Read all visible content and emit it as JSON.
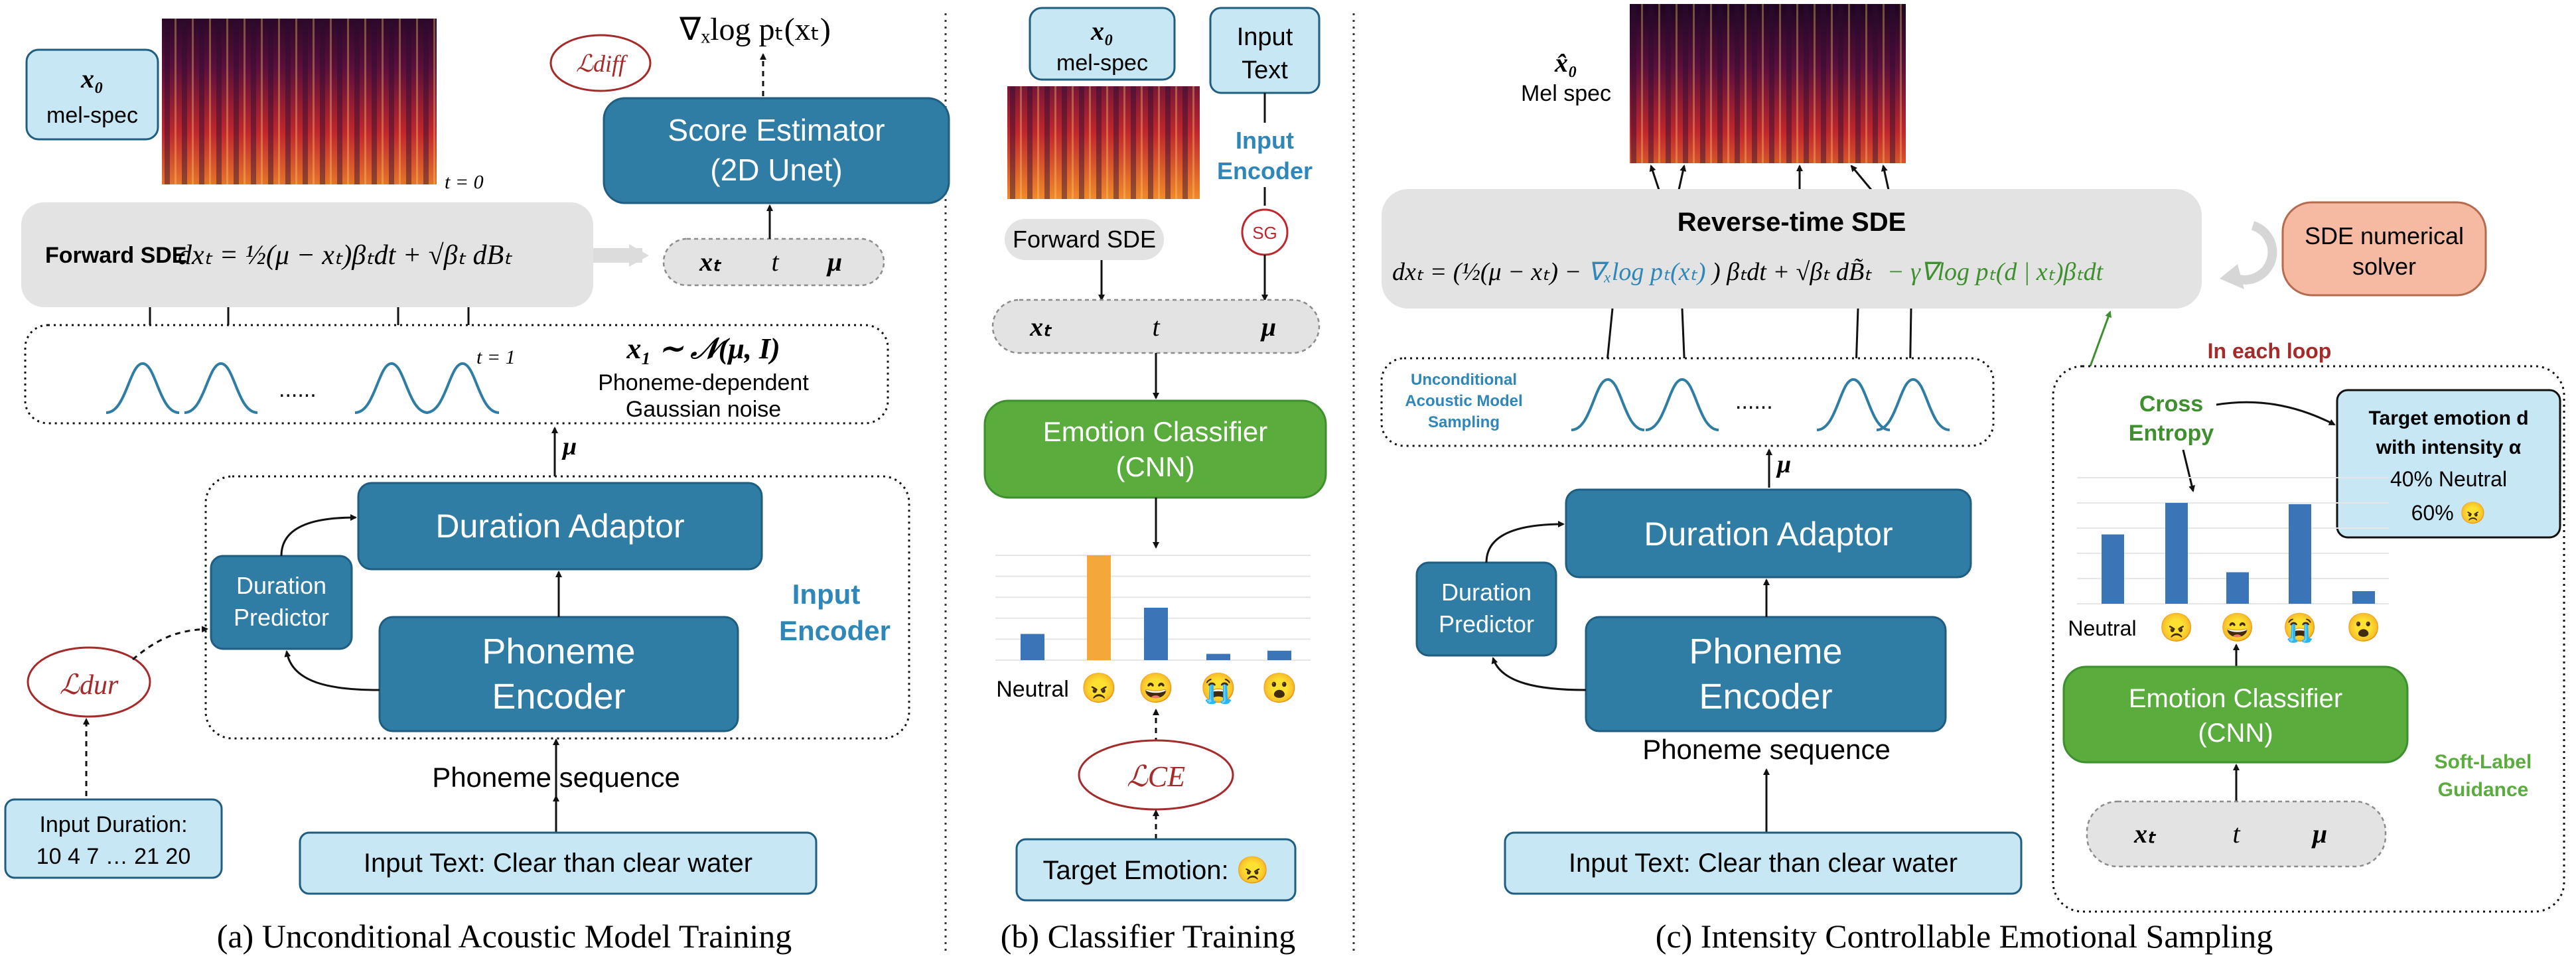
{
  "colors": {
    "blue": "#2f7ca5",
    "blue_stroke": "#1f5e80",
    "light_blue": "#c6e7f3",
    "green": "#5aac3d",
    "orange": "#f4a83a",
    "salmon": "#f6b9a2",
    "loss_red": "#a52a2a",
    "accent_blue": "#2f86b8",
    "gray": "#e3e3e3",
    "bar_blue": "#3c74b8"
  },
  "panel_a": {
    "x0_label": "x₀",
    "x0_sub": "mel-spec",
    "t0": "t = 0",
    "t1": "t = 1",
    "loss_diff": "ℒdiff",
    "grad_label": "∇ₓlog pₜ(xₜ)",
    "score_estimator_l1": "Score Estimator",
    "score_estimator_l2": "(2D Unet)",
    "forward_sde_label": "Forward SDE",
    "forward_sde_eq": "dxₜ = ½(μ − xₜ)βₜdt + √βₜ dBₜ",
    "inputs": [
      "xₜ",
      "t",
      "μ"
    ],
    "noise_eq": "x₁ ∼ 𝒩(μ, I)",
    "noise_l1": "Phoneme-dependent",
    "noise_l2": "Gaussian noise",
    "dots": "......",
    "mu": "μ",
    "duration_adaptor": "Duration Adaptor",
    "duration_predictor_l1": "Duration",
    "duration_predictor_l2": "Predictor",
    "phoneme_encoder_l1": "Phoneme",
    "phoneme_encoder_l2": "Encoder",
    "input_encoder_l1": "Input",
    "input_encoder_l2": "Encoder",
    "loss_dur": "ℒdur",
    "phoneme_sequence": "Phoneme sequence",
    "input_duration_l1": "Input Duration:",
    "input_duration_l2": "10 4 7 … 21 20",
    "input_text": "Input Text: Clear than clear water",
    "caption": "(a) Unconditional Acoustic Model Training"
  },
  "panel_b": {
    "x0_label": "x₀",
    "x0_sub": "mel-spec",
    "input_text_l1": "Input",
    "input_text_l2": "Text",
    "input_encoder_l1": "Input",
    "input_encoder_l2": "Encoder",
    "sg": "SG",
    "forward_sde": "Forward SDE",
    "inputs": [
      "xₜ",
      "t",
      "μ"
    ],
    "classifier_l1": "Emotion Classifier",
    "classifier_l2": "(CNN)",
    "emotion_labels": [
      "Neutral",
      "😠",
      "😄",
      "😭",
      "😮"
    ],
    "loss_ce": "ℒCE",
    "target_emotion": "Target Emotion: 😠",
    "caption": "(b) Classifier Training"
  },
  "panel_c": {
    "x0_label": "x̂₀",
    "x0_sub": "Mel spec",
    "reverse_title": "Reverse-time SDE",
    "reverse_eq_black_1": "dxₜ = (½(μ − xₜ) −",
    "reverse_eq_blue": "∇ₓlog pₜ(xₜ)",
    "reverse_eq_black_2": ") βₜdt + √βₜ dB̃ₜ",
    "reverse_eq_green": "− γ∇log pₜ(d | xₜ)βₜdt",
    "solver_l1": "SDE numerical",
    "solver_l2": "solver",
    "in_each_loop": "In each loop",
    "uncond_l1": "Unconditional",
    "uncond_l2": "Acoustic Model",
    "uncond_l3": "Sampling",
    "dots": "......",
    "mu": "μ",
    "duration_adaptor": "Duration Adaptor",
    "duration_predictor_l1": "Duration",
    "duration_predictor_l2": "Predictor",
    "phoneme_encoder_l1": "Phoneme",
    "phoneme_encoder_l2": "Encoder",
    "phoneme_sequence": "Phoneme sequence",
    "input_text": "Input Text: Clear than clear water",
    "cross_l1": "Cross",
    "cross_l2": "Entropy",
    "target_l1": "Target emotion d",
    "target_l2": "with intensity α",
    "target_l3": "40% Neutral",
    "target_l4": "60% 😠",
    "emotion_labels": [
      "Neutral",
      "😠",
      "😄",
      "😭",
      "😮"
    ],
    "classifier_l1": "Emotion Classifier",
    "classifier_l2": "(CNN)",
    "soft_l1": "Soft-Label",
    "soft_l2": "Guidance",
    "inputs": [
      "xₜ",
      "t",
      "μ"
    ],
    "caption": "(c) Intensity Controllable Emotional Sampling"
  },
  "chart_data": [
    {
      "type": "bar",
      "categories": [
        "Neutral",
        "😠",
        "😄",
        "😭",
        "😮"
      ],
      "values": [
        0.25,
        1.0,
        0.5,
        0.06,
        0.09
      ],
      "highlight_index": 1,
      "ylim": [
        0,
        1
      ]
    },
    {
      "type": "bar",
      "categories": [
        "Neutral",
        "😠",
        "😄",
        "😭",
        "😮"
      ],
      "values": [
        0.55,
        0.8,
        0.25,
        0.79,
        0.1
      ],
      "ylim": [
        0,
        1
      ]
    }
  ]
}
